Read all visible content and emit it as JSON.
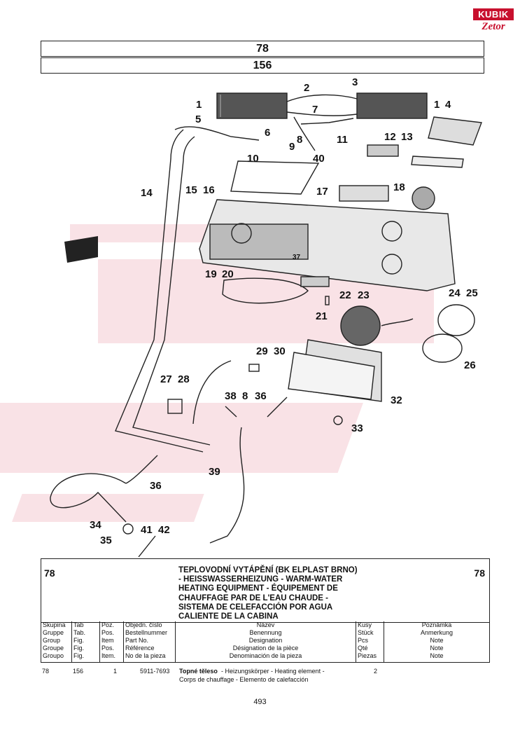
{
  "header": {
    "group_number": "78",
    "table_number": "156"
  },
  "logo": {
    "top_text": "KUBIK",
    "bottom_text": "Zetor"
  },
  "callouts": [
    "1",
    "2",
    "3",
    "1",
    "4",
    "5",
    "7",
    "6",
    "8",
    "11",
    "9",
    "12",
    "13",
    "10",
    "40",
    "14",
    "15",
    "16",
    "17",
    "18",
    "37",
    "19",
    "20",
    "22",
    "23",
    "24",
    "25",
    "21",
    "29",
    "30",
    "26",
    "27",
    "28",
    "32",
    "38",
    "8",
    "36",
    "33",
    "39",
    "36",
    "34",
    "41",
    "42",
    "35"
  ],
  "info": {
    "left_number": "78",
    "right_number": "78",
    "title_lines": [
      "TEPLOVODNÍ VYTÁPĚNÍ (BK ELPLAST BRNO)",
      "- HEISSWASSERHEIZUNG - WARM-WATER",
      "HEATING EQUIPMENT - ÉQUIPEMENT DE",
      "CHAUFFAGE PAR DE L'EAU CHAUDE -",
      "SISTEMA DE CELEFACCIÓN POR AGUA",
      "CALIENTE DE LA CABINA"
    ]
  },
  "legend": {
    "col1": [
      "Skupina",
      "Gruppe",
      "Group",
      "Groupe",
      "Groupo"
    ],
    "col2": [
      "Tab",
      "Tab.",
      "Fig.",
      "Fig.",
      "Fig."
    ],
    "col3": [
      "Poz.",
      "Pos.",
      "Item",
      "Pos.",
      "Item."
    ],
    "col4": [
      "Objedn. číslo",
      "Bestellnummer",
      "Part No.",
      "Référence",
      "No de la pieza"
    ],
    "col5": [
      "Název",
      "Benennung",
      "Designation",
      "Désignation de la pièce",
      "Denominación de la pieza"
    ],
    "col6": [
      "Kusy",
      "Stück",
      "Pcs",
      "Qté",
      "Piezas"
    ],
    "col7": [
      "Poznámka",
      "Anmerkung",
      "Note",
      "Note",
      "Note"
    ]
  },
  "part_row": {
    "group": "78",
    "table": "156",
    "item": "1",
    "part_no": "5911-7693",
    "name_bold": "Topné těleso",
    "name_rest": " - Heizungskörper - Heating element -",
    "name_line2": "Corps de chauffage - Elemento de calefacción",
    "qty": "2"
  },
  "footer": {
    "page_number": "493"
  }
}
